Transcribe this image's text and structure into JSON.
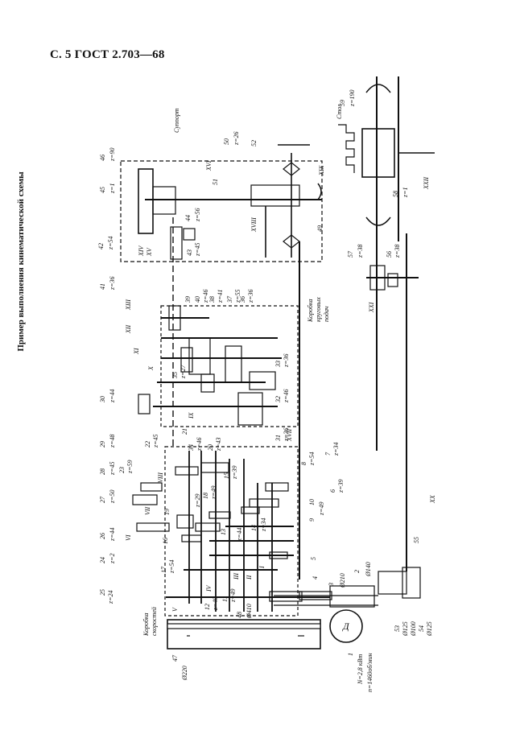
{
  "header": "С. 5 ГОСТ 2.703—68",
  "caption": "Пример выполнения кинематической схемы",
  "labels": {
    "n47": "47",
    "d220": "Ø220",
    "gearbox": "Коробка\nскоростей",
    "feedbox": "Коробка\nкруговых\nподач",
    "suport": "Суппорт",
    "table": "Стол",
    "motor": "Д",
    "motor_n": "1",
    "power": "N=2,8 кВт",
    "rpm": "n=1460об/мин",
    "n2": "2",
    "d140": "Ø140",
    "n3": "3",
    "d210": "Ø210",
    "n4": "4",
    "n48": "48",
    "d410": "Ø410",
    "n53": "53",
    "d125a": "Ø125",
    "d100": "Ø100",
    "n54": "54",
    "d125b": "Ø125",
    "n55": "55",
    "s_V": "V",
    "s_IV": "IV",
    "s_III": "III",
    "s_II": "II",
    "s_I": "I",
    "s_VI": "VI",
    "s_VII": "VII",
    "s_VIII": "VIII",
    "s_IX": "IX",
    "s_X": "X",
    "s_XI": "XI",
    "s_XII": "XII",
    "s_XIII": "XIII",
    "s_XIV": "XIV",
    "s_XV": "XV",
    "s_XVI": "XVI",
    "s_XVII": "XVII",
    "s_XVIII": "XVIII",
    "s_XIX": "XIX",
    "s_XX": "XX",
    "s_XXI": "XXI",
    "s_XXII": "XXII",
    "g25": "25",
    "z24": "z=24",
    "g24": "24",
    "z2": "z=2",
    "g26": "26",
    "z44a": "z=44",
    "g27": "27",
    "z50": "z=50",
    "g28": "28",
    "z45a": "z=45",
    "g29": "29",
    "z48": "z=48",
    "g23": "23",
    "z59": "z=59",
    "g22": "22",
    "z45b": "z=45",
    "g21": "21",
    "g17": "17",
    "z54a": "z=54",
    "g16": "16",
    "g19": "19",
    "g12": "12",
    "z49a": "z=49",
    "g11": "11",
    "z49b": "z=49",
    "g18": "18",
    "z49c": "z=49",
    "z29": "z=29",
    "g20": "20",
    "z43": "z=43",
    "g34": "34",
    "z46a": "z=46",
    "g15": "15",
    "z39a": "z=39",
    "g13": "13",
    "z44b": "z=44",
    "g14": "14",
    "z34a": "z=34",
    "g10": "10",
    "g9": "9",
    "z49d": "z=49",
    "g8": "8",
    "z54b": "z=54",
    "g7": "7",
    "z34b": "z=34",
    "g6": "6",
    "z39b": "z=39",
    "g5": "5",
    "g30": "30",
    "z44c": "z=44",
    "g35": "35",
    "z27": "z=27",
    "g31": "31",
    "z36a": "z=36",
    "g32": "32",
    "z46b": "z=46",
    "g33": "33",
    "z36b": "z=36",
    "g36": "36",
    "z36c": "z=36",
    "g37": "37",
    "z55": "z=55",
    "g38": "38",
    "z41": "z=41",
    "g39": "39",
    "g40": "40",
    "z46c": "z=46",
    "g41": "41",
    "z36d": "z=36",
    "g42": "42",
    "z54c": "z=54",
    "g43": "43",
    "z45c": "z=45",
    "g44": "44",
    "z56": "z=56",
    "g45": "45",
    "z1a": "z=1",
    "g46": "46",
    "z90": "z=90",
    "g50": "50",
    "z26": "z=26",
    "g51": "51",
    "g52": "52",
    "g49": "49",
    "g56": "56",
    "z38a": "z=38",
    "g57": "57",
    "z38b": "z=38",
    "g58": "58",
    "z1b": "z=1",
    "g59": "59",
    "z190": "z=190"
  }
}
